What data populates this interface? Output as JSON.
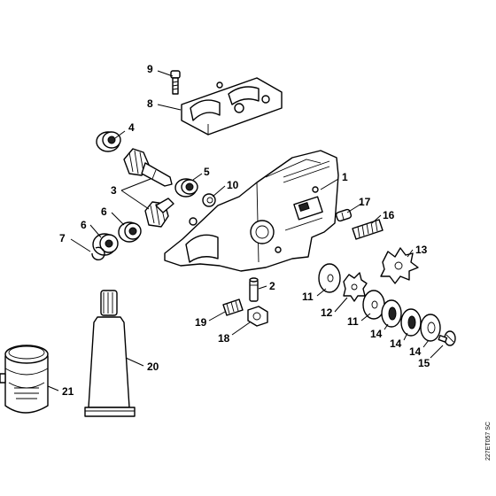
{
  "diagram_code": "227ET057 SC",
  "labels": {
    "l1": "1",
    "l2": "2",
    "l3": "3",
    "l4": "4",
    "l5": "5",
    "l6": "6",
    "l7": "7",
    "l8": "8",
    "l9": "9",
    "l10": "10",
    "l11a": "11",
    "l11b": "11",
    "l12": "12",
    "l13": "13",
    "l14a": "14",
    "l14b": "14",
    "l14c": "14",
    "l15": "15",
    "l16": "16",
    "l17": "17",
    "l18": "18",
    "l19": "19",
    "l20": "20",
    "l21": "21"
  }
}
